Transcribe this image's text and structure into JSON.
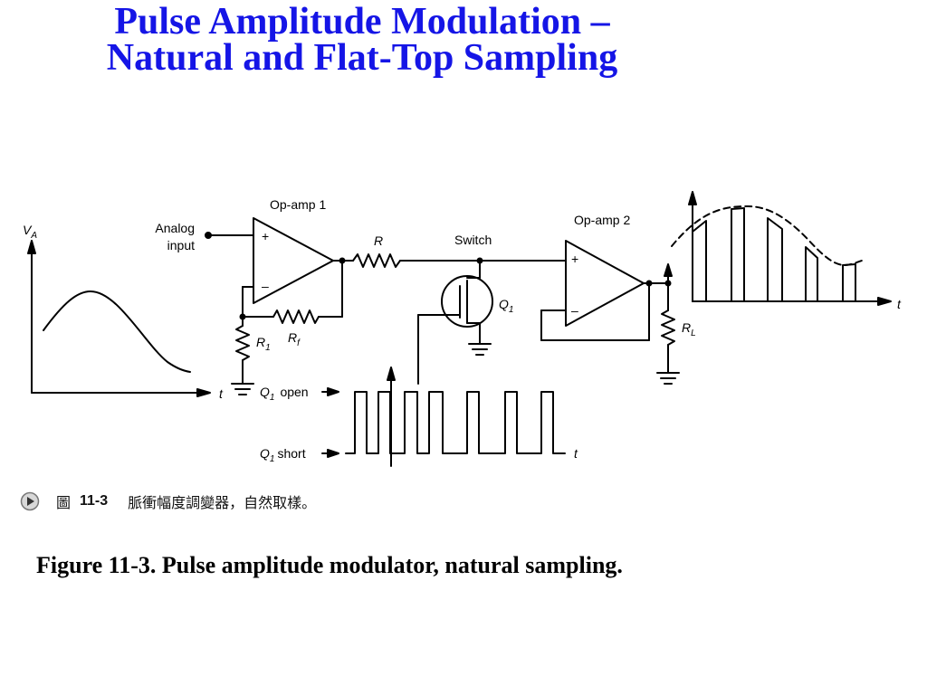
{
  "title": {
    "line1": "Pulse Amplitude Modulation –",
    "line2": "Natural and Flat-Top Sampling"
  },
  "diagram": {
    "input_axis": {
      "y_label": "V",
      "y_sub": "A",
      "x_label": "t"
    },
    "analog_input": {
      "line1": "Analog",
      "line2": "input"
    },
    "opamp1": {
      "label": "Op-amp 1",
      "plus": "+",
      "minus": "–"
    },
    "resistor_r": {
      "label": "R"
    },
    "resistor_rf": {
      "label": "R",
      "sub": "f"
    },
    "resistor_r1": {
      "label": "R",
      "sub": "1"
    },
    "switch": {
      "label": "Switch"
    },
    "q1": {
      "label": "Q",
      "sub": "1"
    },
    "opamp2": {
      "label": "Op-amp 2",
      "plus": "+",
      "minus": "–"
    },
    "resistor_rl": {
      "label": "R",
      "sub": "L"
    },
    "output_axis": {
      "x_label": "t"
    },
    "sampling": {
      "open_label": {
        "q": "Q",
        "sub": "1",
        "text": "open"
      },
      "short_label": {
        "q": "Q",
        "sub": "1",
        "text": "short"
      },
      "x_label": "t"
    }
  },
  "caption_zh": {
    "icon": "play-circle-icon",
    "prefix": "圖",
    "number": "11-3",
    "text": "脈衝幅度調變器，自然取樣。"
  },
  "caption_en": "Figure 11-3. Pulse amplitude modulator, natural sampling.",
  "colors": {
    "title": "#1515e6",
    "line": "#000000"
  }
}
